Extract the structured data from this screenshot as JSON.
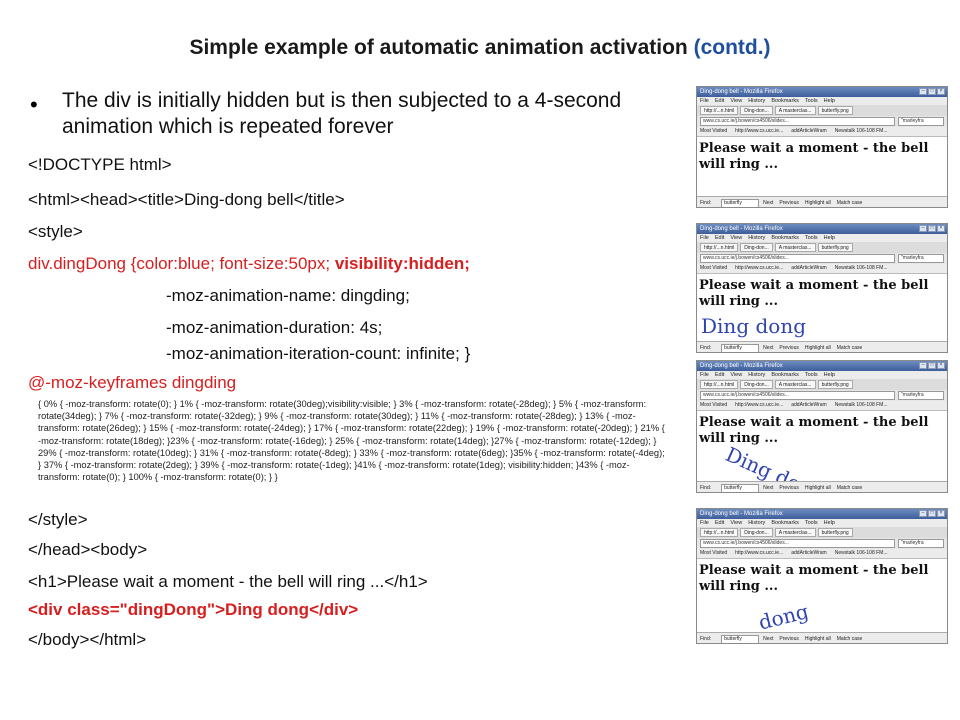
{
  "title_main": "Simple example of automatic animation activation",
  "title_contd": "(contd.)",
  "bullet_symbol": "•",
  "bullet_text": "The div is initially hidden but is then subjected to a 4-second animation which is repeated forever",
  "code": {
    "l1": "<!DOCTYPE html>",
    "l2": "<html><head><title>Ding-dong bell</title>",
    "l3": "<style>",
    "l4a": "div.dingDong {color:blue; font-size:50px;",
    "l4b": "visibility:hidden;",
    "l5": "-moz-animation-name: dingding;",
    "l6": "-moz-animation-duration: 4s;",
    "l7": "-moz-animation-iteration-count: infinite;     }",
    "l8": "@-moz-keyframes dingding",
    "keyframes": "{ 0% { -moz-transform: rotate(0); } 1% { -moz-transform: rotate(30deg);visibility:visible; } 3% { -moz-transform: rotate(-28deg); } 5% { -moz-transform: rotate(34deg); } 7% { -moz-transform: rotate(-32deg); } 9% { -moz-transform: rotate(30deg); } 11% { -moz-transform: rotate(-28deg); } 13% { -moz-transform: rotate(26deg); } 15% { -moz-transform: rotate(-24deg); } 17% { -moz-transform: rotate(22deg); }  19% { -moz-transform: rotate(-20deg); }  21% { -moz-transform: rotate(18deg); }23% { -moz-transform: rotate(-16deg); } 25% { -moz-transform: rotate(14deg); }27% { -moz-transform: rotate(-12deg); } 29% { -moz-transform: rotate(10deg); } 31% { -moz-transform: rotate(-8deg); } 33% { -moz-transform: rotate(6deg); }35% { -moz-transform: rotate(-4deg); } 37% { -moz-transform: rotate(2deg); } 39% { -moz-transform: rotate(-1deg); }41% { -moz-transform: rotate(1deg); visibility:hidden; }43% { -moz-transform: rotate(0); } 100% { -moz-transform: rotate(0); } }",
    "l9": "</style>",
    "l10": "</head><body>",
    "l11": "<h1>Please wait a moment - the bell will ring ...</h1>",
    "l12": "<div class=\"dingDong\">Ding dong</div>",
    "l13": "</body></html>"
  },
  "browser": {
    "window_title": "Ding-dong bell - Mozilla Firefox",
    "menu": [
      "File",
      "Edit",
      "View",
      "History",
      "Bookmarks",
      "Tools",
      "Help"
    ],
    "tabs": [
      "http://...n.html",
      "Ding-don...",
      "A masterclas...",
      "butterfly.png"
    ],
    "url": "www.cs.ucc.ie/j.bowen/cs4506/slides...",
    "search": "\"marleyfra",
    "bookmarks": [
      "Most Visited",
      "http://www.cs.ucc.ie...",
      "addArticleWram",
      "Newstalk 106-108 FM..."
    ],
    "find_label": "Find:",
    "find_value": "butterfly",
    "find_next": "Next",
    "find_previous": "Previous",
    "find_highlight": "Highlight all",
    "find_match": "Match case",
    "h1_text": "Please wait a moment - the bell will ring ...",
    "ding_text": "Ding dong",
    "ding_partial": "dong"
  }
}
